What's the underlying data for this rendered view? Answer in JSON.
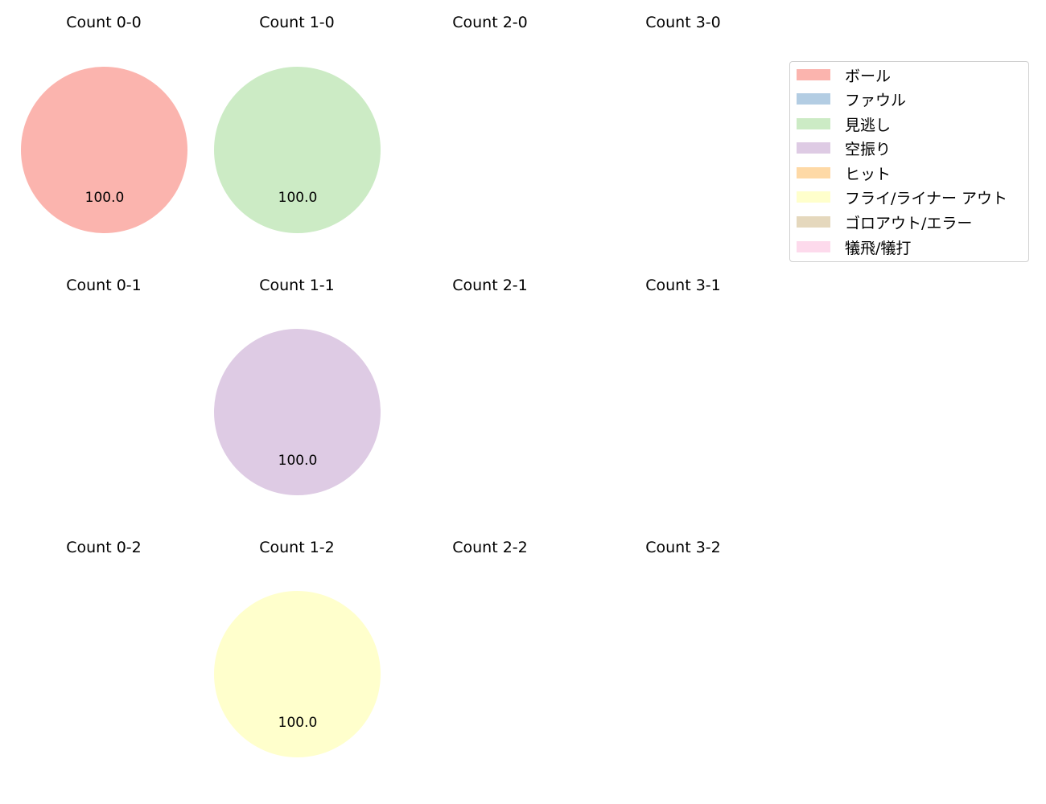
{
  "chart_data": {
    "type": "pie",
    "layout": "grid 3 rows x 4 cols of pie charts, one per ball-strike count",
    "categories": [
      "ボール",
      "ファウル",
      "見逃し",
      "空振り",
      "ヒット",
      "フライ/ライナー アウト",
      "ゴロアウト/エラー",
      "犠飛/犠打"
    ],
    "colors": [
      "#fbb4ae",
      "#b3cde3",
      "#ccebc5",
      "#decbe4",
      "#fed9a6",
      "#ffffcc",
      "#e5d8bd",
      "#fddaec"
    ],
    "charts": [
      {
        "title": "Count 0-0",
        "slices": [
          {
            "category": "ボール",
            "value": 100.0
          }
        ]
      },
      {
        "title": "Count 1-0",
        "slices": [
          {
            "category": "見逃し",
            "value": 100.0
          }
        ]
      },
      {
        "title": "Count 2-0",
        "slices": []
      },
      {
        "title": "Count 3-0",
        "slices": []
      },
      {
        "title": "Count 0-1",
        "slices": []
      },
      {
        "title": "Count 1-1",
        "slices": [
          {
            "category": "空振り",
            "value": 100.0
          }
        ]
      },
      {
        "title": "Count 2-1",
        "slices": []
      },
      {
        "title": "Count 3-1",
        "slices": []
      },
      {
        "title": "Count 0-2",
        "slices": []
      },
      {
        "title": "Count 1-2",
        "slices": [
          {
            "category": "フライ/ライナー アウト",
            "value": 100.0
          }
        ]
      },
      {
        "title": "Count 2-2",
        "slices": []
      },
      {
        "title": "Count 3-2",
        "slices": []
      }
    ],
    "legend_position": "upper right"
  },
  "titles": [
    "Count 0-0",
    "Count 1-0",
    "Count 2-0",
    "Count 3-0",
    "Count 0-1",
    "Count 1-1",
    "Count 2-1",
    "Count 3-1",
    "Count 0-2",
    "Count 1-2",
    "Count 2-2",
    "Count 3-2"
  ],
  "pies": [
    {
      "label": "100.0",
      "color": "#fbb4ae"
    },
    {
      "label": "100.0",
      "color": "#ccebc5"
    },
    {
      "label": "100.0",
      "color": "#decbe4"
    },
    {
      "label": "100.0",
      "color": "#ffffcc"
    }
  ],
  "legend": [
    {
      "label": "ボール",
      "color": "#fbb4ae"
    },
    {
      "label": "ファウル",
      "color": "#b3cde3"
    },
    {
      "label": "見逃し",
      "color": "#ccebc5"
    },
    {
      "label": "空振り",
      "color": "#decbe4"
    },
    {
      "label": "ヒット",
      "color": "#fed9a6"
    },
    {
      "label": "フライ/ライナー アウト",
      "color": "#ffffcc"
    },
    {
      "label": "ゴロアウト/エラー",
      "color": "#e5d8bd"
    },
    {
      "label": "犠飛/犠打",
      "color": "#fddaec"
    }
  ]
}
